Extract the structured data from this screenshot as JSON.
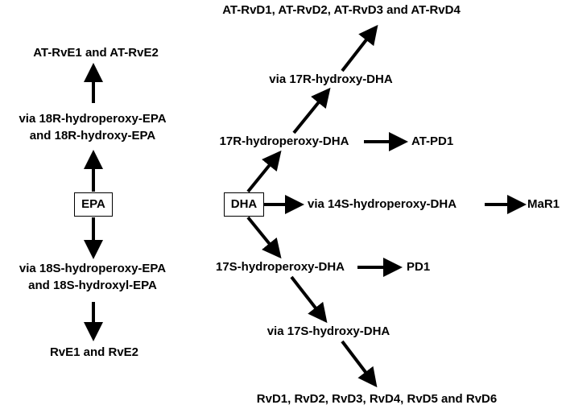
{
  "epa": {
    "node": "EPA",
    "up_intermediate": [
      "via 18R-hydroperoxy-EPA",
      "and 18R-hydroxy-EPA"
    ],
    "up_product": "AT-RvE1 and AT-RvE2",
    "down_intermediate": [
      "via 18S-hydroperoxy-EPA",
      "and 18S-hydroxyl-EPA"
    ],
    "down_product": "RvE1 and RvE2"
  },
  "dha": {
    "node": "DHA",
    "r_intermediate": "17R-hydroperoxy-DHA",
    "r_intermediate_2": "via 17R-hydroxy-DHA",
    "r_product": "AT-RvD1, AT-RvD2,  AT-RvD3 and AT-RvD4",
    "r_side_product": "AT-PD1",
    "mid_intermediate": "via 14S-hydroperoxy-DHA",
    "mid_product": "MaR1",
    "s_intermediate": "17S-hydroperoxy-DHA",
    "s_side_product": "PD1",
    "s_intermediate_2": "via 17S-hydroxy-DHA",
    "s_product": "RvD1, RvD2, RvD3, RvD4, RvD5 and RvD6"
  }
}
